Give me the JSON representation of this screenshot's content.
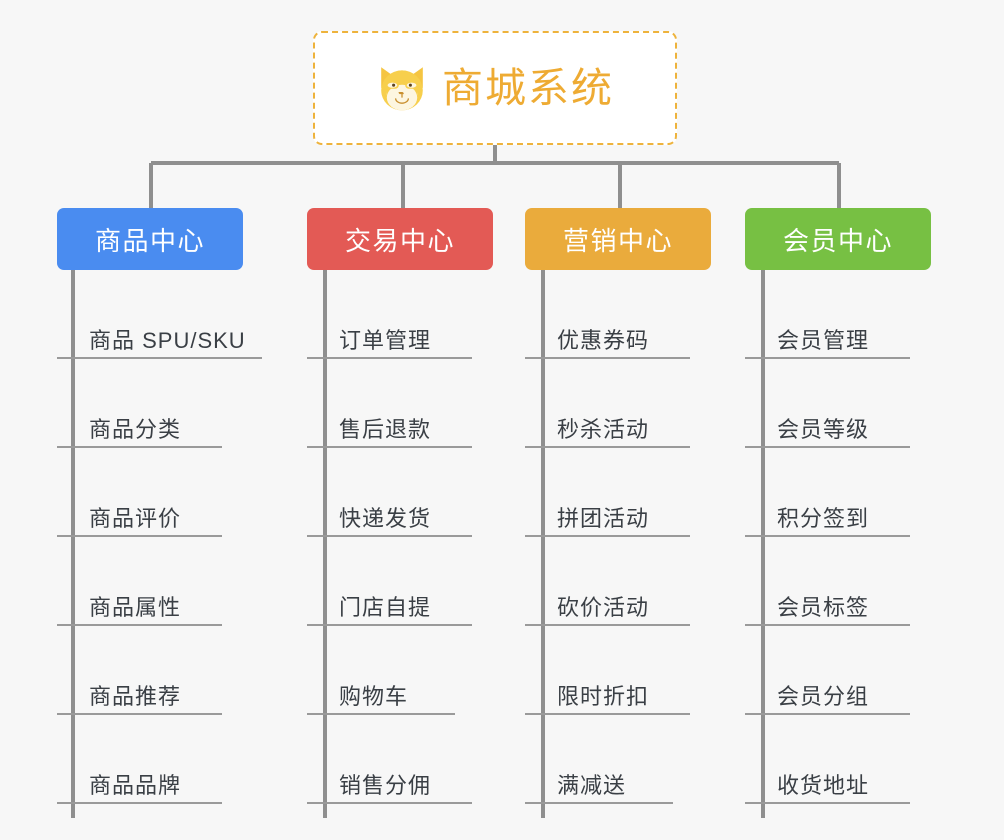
{
  "page": {
    "background_color": "#f7f7f7",
    "diagram_type": "org-chart-mindmap"
  },
  "root": {
    "title": "商城系统",
    "icon": "dog-face-icon",
    "text_color": "#eeab33",
    "border_color": "#eeb33c",
    "background_color": "#ffffff"
  },
  "connector": {
    "color": "#8f8f8f"
  },
  "columns": [
    {
      "id": "product-center",
      "label": "商品中心",
      "color": "#4a8cf0",
      "items": [
        {
          "label": "商品 SPU/SKU",
          "width": "wide"
        },
        {
          "label": "商品分类",
          "width": "normal"
        },
        {
          "label": "商品评价",
          "width": "normal"
        },
        {
          "label": "商品属性",
          "width": "normal"
        },
        {
          "label": "商品推荐",
          "width": "normal"
        },
        {
          "label": "商品品牌",
          "width": "normal"
        }
      ]
    },
    {
      "id": "trade-center",
      "label": "交易中心",
      "color": "#e35a55",
      "items": [
        {
          "label": "订单管理",
          "width": "normal"
        },
        {
          "label": "售后退款",
          "width": "normal"
        },
        {
          "label": "快递发货",
          "width": "normal"
        },
        {
          "label": "门店自提",
          "width": "normal"
        },
        {
          "label": "购物车",
          "width": "narrow"
        },
        {
          "label": "销售分佣",
          "width": "normal"
        }
      ]
    },
    {
      "id": "marketing-center",
      "label": "营销中心",
      "color": "#eaab3c",
      "items": [
        {
          "label": "优惠券码",
          "width": "normal"
        },
        {
          "label": "秒杀活动",
          "width": "normal"
        },
        {
          "label": "拼团活动",
          "width": "normal"
        },
        {
          "label": "砍价活动",
          "width": "normal"
        },
        {
          "label": "限时折扣",
          "width": "normal"
        },
        {
          "label": "满减送",
          "width": "narrow"
        }
      ]
    },
    {
      "id": "member-center",
      "label": "会员中心",
      "color": "#77c043",
      "items": [
        {
          "label": "会员管理",
          "width": "normal"
        },
        {
          "label": "会员等级",
          "width": "normal"
        },
        {
          "label": "积分签到",
          "width": "normal"
        },
        {
          "label": "会员标签",
          "width": "normal"
        },
        {
          "label": "会员分组",
          "width": "normal"
        },
        {
          "label": "收货地址",
          "width": "normal"
        }
      ]
    }
  ]
}
